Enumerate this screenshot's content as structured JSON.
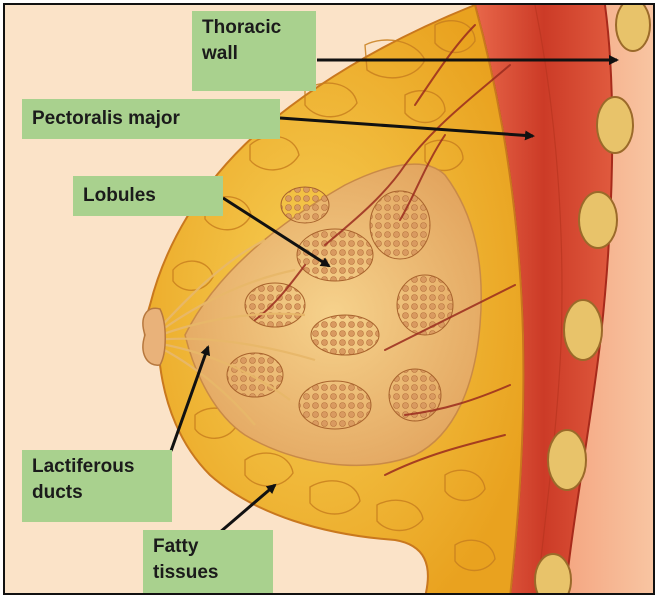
{
  "labels": {
    "thoracic_wall": "Thoracic\nwall",
    "pectoralis_major": "Pectoralis major",
    "lobules": "Lobules",
    "lactiferous_ducts": "Lactiferous\nducts",
    "fatty_tissues": "Fatty\ntissues"
  },
  "colors": {
    "label_background": "#a9d18e",
    "skin": "#fbe3c8",
    "fat": "#f2b92b",
    "muscle": "#d9452f",
    "gland": "#e9b06c",
    "arrow": "#111111"
  }
}
